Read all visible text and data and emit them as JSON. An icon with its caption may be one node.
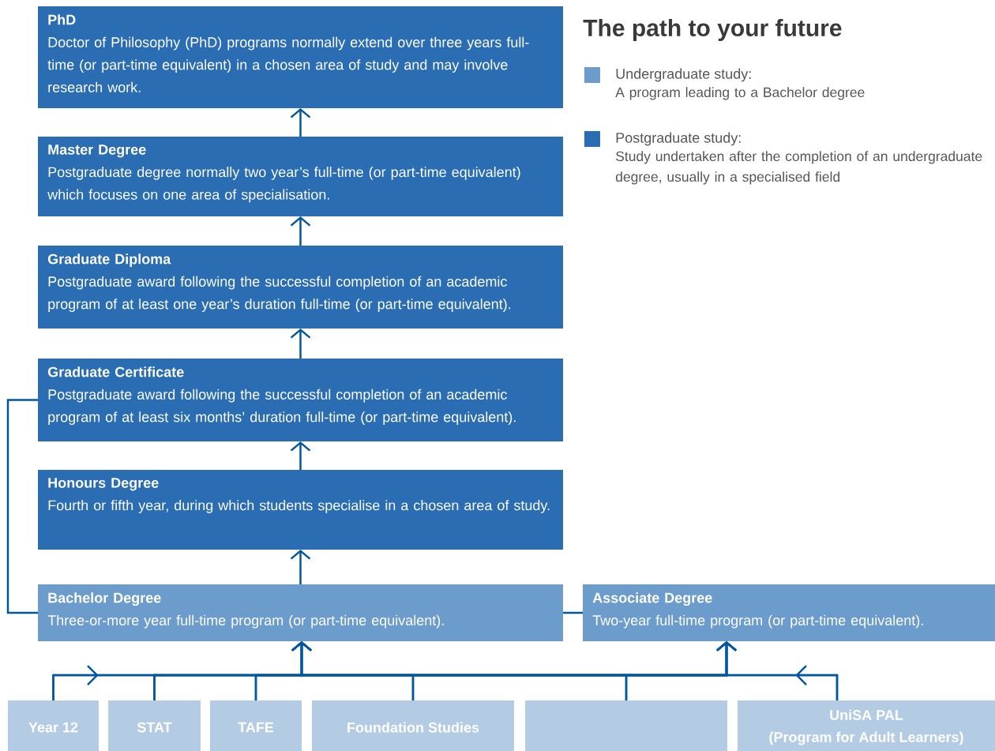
{
  "diagram": {
    "title": "The path to your future",
    "nodes": [
      {
        "text": [
          "PhD",
          "Doctor of Philosophy (PhD) programs normally extend over three years full-time (or part-time equivalent) in a chosen area of study and may involve research work."
        ]
      },
      {
        "text": [
          "Master Degree",
          "Postgraduate degree normally two year’s full-time (or part-time equivalent) which focuses on one area of specialisation."
        ]
      },
      {
        "text": [
          "Graduate Diploma",
          "Postgraduate award following the successful completion of an academic program of at least one year’s duration full-time (or part-time equivalent)."
        ]
      },
      {
        "text": [
          "Graduate Certificate",
          "Postgraduate award following the successful completion of an academic program of at least six months’ duration full-time (or part-time equivalent)."
        ]
      },
      {
        "text": [
          "Honours Degree",
          "Fourth or fifth year, during which students specialise in a chosen area of study."
        ]
      },
      {
        "text": [
          "Bachelor Degree",
          "Three-or-more year full-time program (or part-time equivalent)."
        ]
      },
      {
        "text": [
          "Associate Degree",
          "Two-year full-time program (or part-time equivalent)."
        ]
      },
      {
        "text": [
          "Year 12"
        ]
      },
      {
        "text": [
          "STAT"
        ]
      },
      {
        "text": [
          "TAFE"
        ]
      },
      {
        "text": [
          "Foundation Studies"
        ]
      },
      {
        "text": [],
        "shape": "box"
      },
      {
        "text": [
          "UniSA PAL",
          "(Program for Adult Learners)"
        ]
      }
    ],
    "edges": [
      {
        "from": 1,
        "to": 0,
        "arrow": "to"
      },
      {
        "from": 2,
        "to": 1,
        "arrow": "to"
      },
      {
        "from": 3,
        "to": 2,
        "arrow": "to"
      },
      {
        "from": 4,
        "to": 3,
        "arrow": "to"
      },
      {
        "from": 5,
        "to": 4,
        "arrow": "to"
      },
      {
        "from": 5,
        "to": 3,
        "arrow": "none"
      },
      {
        "from": 5,
        "to": 6,
        "arrow": "none"
      },
      {
        "from": 7,
        "to": 5,
        "arrow": "to"
      },
      {
        "from": 8,
        "to": 5,
        "arrow": "to"
      },
      {
        "from": 9,
        "to": 5,
        "arrow": "to"
      },
      {
        "from": 10,
        "to": 5,
        "arrow": "to"
      },
      {
        "from": 11,
        "to": 5,
        "arrow": "to"
      },
      {
        "from": 12,
        "to": 5,
        "arrow": "to"
      },
      {
        "from": 7,
        "to": 6,
        "arrow": "to"
      },
      {
        "from": 8,
        "to": 6,
        "arrow": "to"
      },
      {
        "from": 9,
        "to": 6,
        "arrow": "to"
      },
      {
        "from": 10,
        "to": 6,
        "arrow": "to"
      },
      {
        "from": 11,
        "to": 6,
        "arrow": "to"
      },
      {
        "from": 12,
        "to": 6,
        "arrow": "to"
      }
    ],
    "labels": [
      "A program leading to a Bachelor degree",
      "Study undertaken after the completion of an undergraduate degree, usually in a specialised field"
    ],
    "legend": [
      {
        "text": "Undergraduate study:",
        "color": "#6b9ccb"
      },
      {
        "text": "Postgraduate study:",
        "color": "#2a6db2"
      }
    ]
  }
}
